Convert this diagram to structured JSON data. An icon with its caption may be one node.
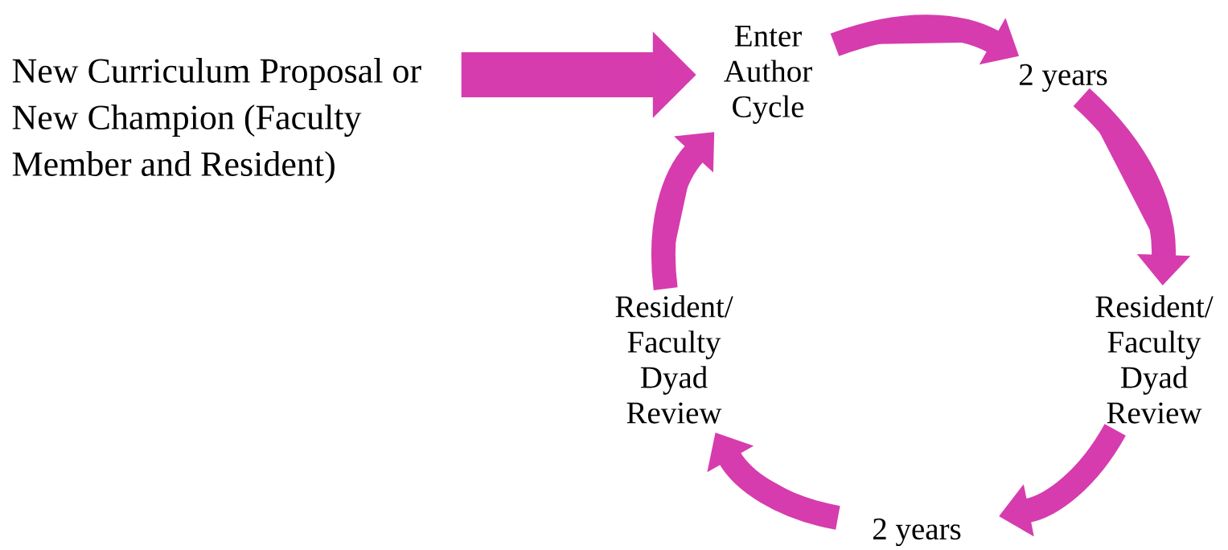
{
  "diagram": {
    "nodes": [
      {
        "text": [
          "New Curriculum Proposal or New Champion (Faculty Member and Resident)"
        ]
      },
      {
        "text": [
          "Enter Author Cycle"
        ]
      },
      {
        "text": [
          "2 years"
        ]
      },
      {
        "text": [
          "Resident/ Faculty Dyad Review"
        ]
      },
      {
        "text": [
          "2 years"
        ]
      },
      {
        "text": [
          "Resident/ Faculty Dyad Review"
        ]
      }
    ],
    "edges": [
      {
        "from": 0,
        "to": 1,
        "arrow": "to",
        "style": "thick"
      },
      {
        "from": 1,
        "to": 2,
        "arrow": "to"
      },
      {
        "from": 2,
        "to": 3,
        "arrow": "to"
      },
      {
        "from": 3,
        "to": 4,
        "arrow": "to"
      },
      {
        "from": 4,
        "to": 5,
        "arrow": "to"
      },
      {
        "from": 5,
        "to": 1,
        "arrow": "to"
      }
    ]
  }
}
